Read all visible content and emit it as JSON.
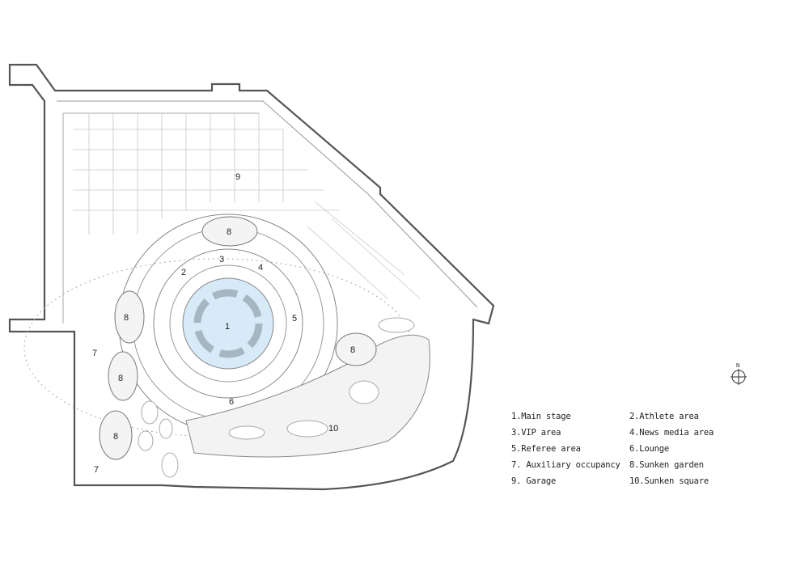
{
  "plan": {
    "labels": [
      "1",
      "2",
      "3",
      "4",
      "5",
      "6",
      "7",
      "7",
      "8",
      "8",
      "8",
      "8",
      "8",
      "9",
      "10"
    ],
    "colors": {
      "main_stage": "#d6eaf7",
      "line": "#8a8a8a",
      "wall": "#555555"
    }
  },
  "legend": [
    "1.Main stage",
    "2.Athlete area",
    "3.VIP area",
    "4.News media area",
    "5.Referee area",
    "6.Lounge",
    "7. Auxiliary occupancy",
    "8.Sunken garden",
    "9. Garage",
    "10.Sunken square"
  ],
  "north_arrow": {
    "label": "N",
    "icon": "north-arrow-icon"
  }
}
